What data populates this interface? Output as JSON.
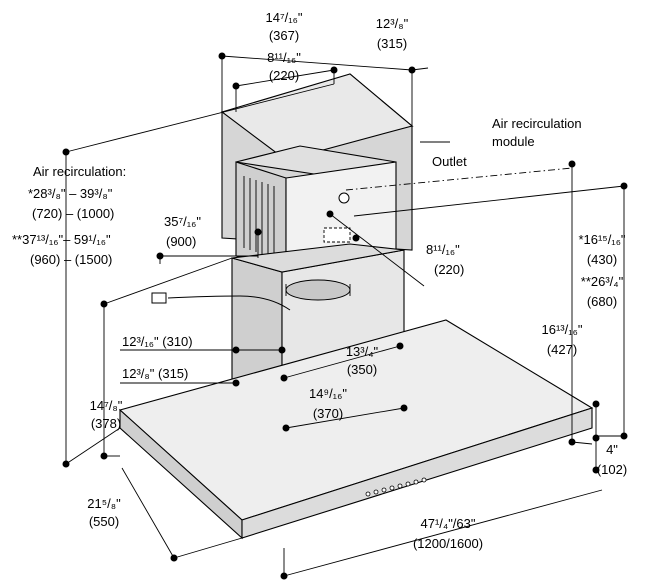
{
  "dimensions": {
    "top_width": "14⁷/₁₆\"",
    "top_width_mm": "(367)",
    "top_depth": "12³/₈\"",
    "top_depth_mm": "(315)",
    "top_inner": "8¹¹/₁₆\"",
    "top_inner_mm": "(220)",
    "module_label_1": "Air recirculation",
    "module_label_2": "module",
    "outlet_label": "Outlet",
    "air_recirc_label": "Air recirculation:",
    "range1": "*28³/₈\" – 39³/₈\"",
    "range1_mm": "(720) – (1000)",
    "range2": "**37¹³/₁₆\"– 59¹/₁₆\"",
    "range2_mm": "(960) – (1500)",
    "offset_35": "35⁷/₁₆\"",
    "offset_35_mm": "(900)",
    "module_depth": "8¹¹/₁₆\"",
    "module_depth_mm": "(220)",
    "right_h1": "*16¹⁵/₁₆\"",
    "right_h1_mm": "(430)",
    "right_h2": "**26³/₄\"",
    "right_h2_mm": "(680)",
    "chimney_w1": "12³/₁₆\" (310)",
    "chimney_w2": "12³/₈\" (315)",
    "chimney_h": "13³/₄\"",
    "chimney_h_mm": "(350)",
    "chimney_d": "14⁹/₁₆\"",
    "chimney_d_mm": "(370)",
    "hood_to_outlet": "16¹³/₁₆\"",
    "hood_to_outlet_mm": "(427)",
    "left_h": "14⁷/₈\"",
    "left_h_mm": "(378)",
    "depth": "21⁵/₈\"",
    "depth_mm": "(550)",
    "width": "47¹/₄\"/63\"",
    "width_mm": "(1200/1600)",
    "canopy_h": "4\"",
    "canopy_h_mm": "(102)"
  }
}
